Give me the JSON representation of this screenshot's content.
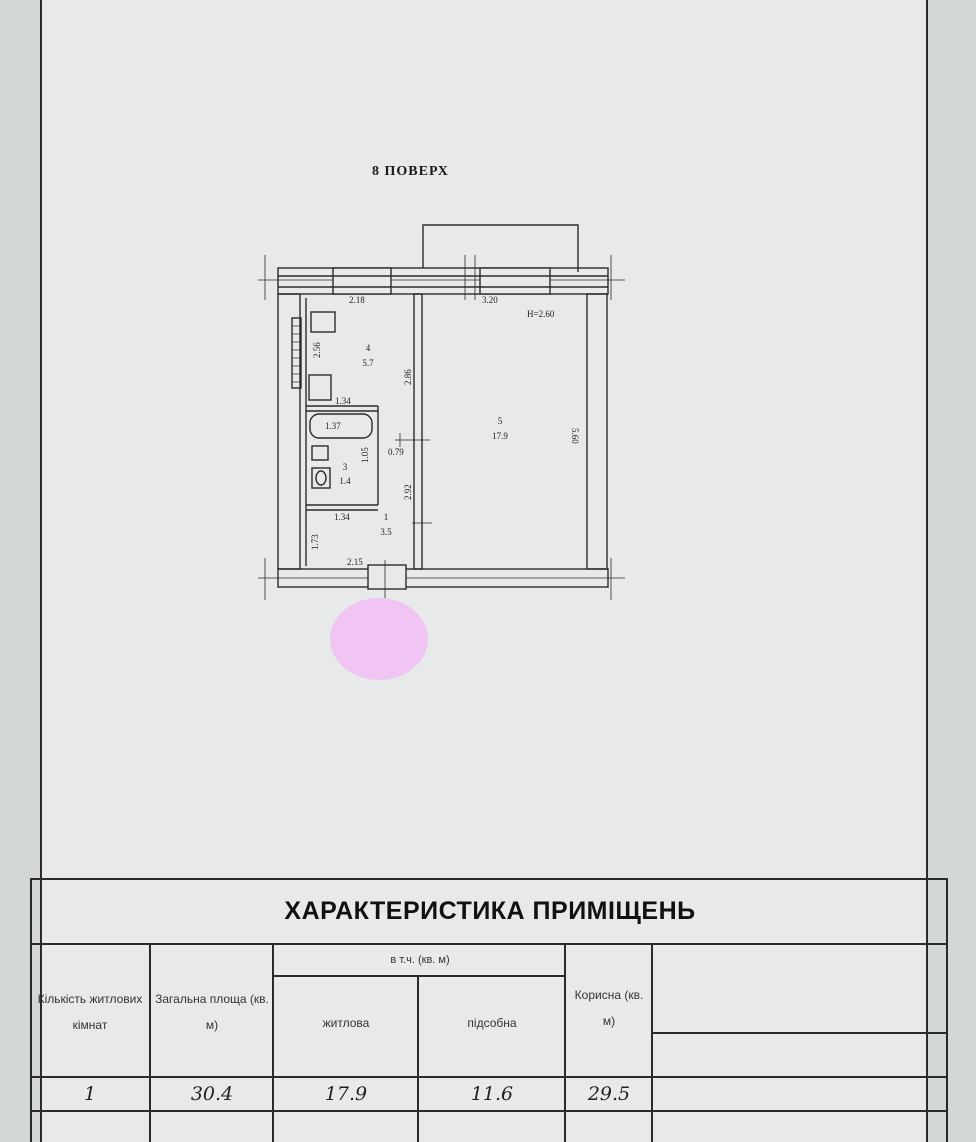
{
  "plan": {
    "floor_label": "8 ПОВЕРХ",
    "height_label": "Н=2.60",
    "dims": {
      "kitchen_top": "2.18",
      "room_top": "3.20",
      "kitchen_side": "2.86",
      "kitchen_left": "2.56",
      "bath_top_outer": "1.34",
      "bath_inner": "1.37",
      "bath_side": "1.05",
      "door_gap": "0.79",
      "hall_side": "2.92",
      "hall_top": "1.34",
      "hall_left": "1.73",
      "hall_bottom": "2.15",
      "room_side": "5.60"
    },
    "rooms": [
      {
        "no": "4",
        "area": "5.7"
      },
      {
        "no": "5",
        "area": "17.9"
      },
      {
        "no": "3",
        "area": "1.4"
      },
      {
        "no": "1",
        "area": "3.5"
      }
    ]
  },
  "table": {
    "title": "ХАРАКТЕРИСТИКА ПРИМІЩЕНЬ",
    "headers": {
      "rooms_count": "Кількість житлових кімнат",
      "total_area": "Загальна площа (кв. м)",
      "incl": "в т.ч. (кв. м)",
      "living": "житлова",
      "auxiliary": "підсобна",
      "useful": "Корисна (кв. м)"
    },
    "values": {
      "rooms_count": "1",
      "total_area": "30.4",
      "living": "17.9",
      "auxiliary": "11.6",
      "useful": "29.5"
    }
  }
}
